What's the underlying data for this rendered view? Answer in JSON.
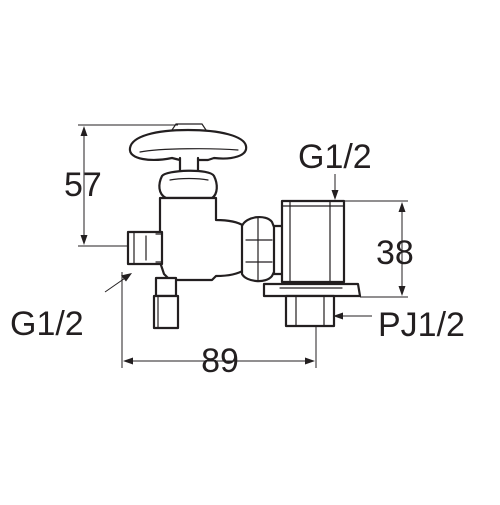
{
  "dimensions": {
    "height_total": "57",
    "width_total": "89",
    "height_outlet": "38"
  },
  "threads": {
    "top_right": "G1/2",
    "bottom_left": "G1/2",
    "bottom_right": "PJ1/2"
  },
  "colors": {
    "line": "#231f20",
    "background": "#ffffff"
  }
}
